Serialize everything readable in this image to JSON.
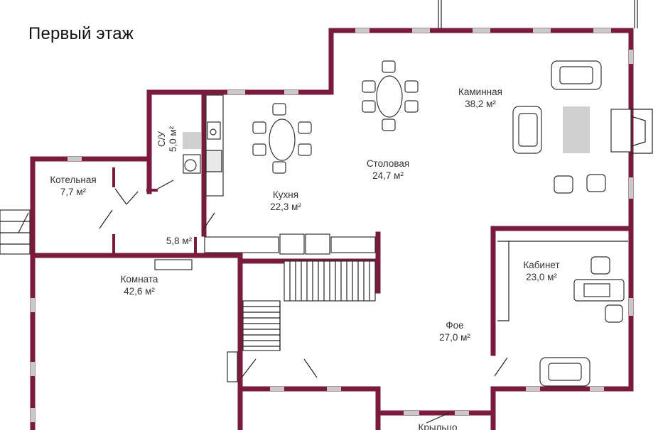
{
  "title": "Первый этаж",
  "rooms": [
    {
      "key": "kaminnaya",
      "name": "Каминная",
      "area": "38,2 м²"
    },
    {
      "key": "stolovaya",
      "name": "Столовая",
      "area": "24,7 м²"
    },
    {
      "key": "kukhnya",
      "name": "Кухня",
      "area": "22,3 м²"
    },
    {
      "key": "su",
      "name": "С/У",
      "area": "5,0 м²"
    },
    {
      "key": "kotelnaya",
      "name": "Котельная",
      "area": "7,7 м²"
    },
    {
      "key": "hall",
      "name": "",
      "area": "5,8 м²"
    },
    {
      "key": "komnata",
      "name": "Комната",
      "area": "42,6 м²"
    },
    {
      "key": "foe",
      "name": "Фое",
      "area": "27,0 м²"
    },
    {
      "key": "kabinet",
      "name": "Кабинет",
      "area": "23,0 м²"
    },
    {
      "key": "kryltso",
      "name": "Крыльцо",
      "area": ""
    }
  ],
  "colors": {
    "wall": "#7a1a3c",
    "window": "#c9c9c9"
  }
}
